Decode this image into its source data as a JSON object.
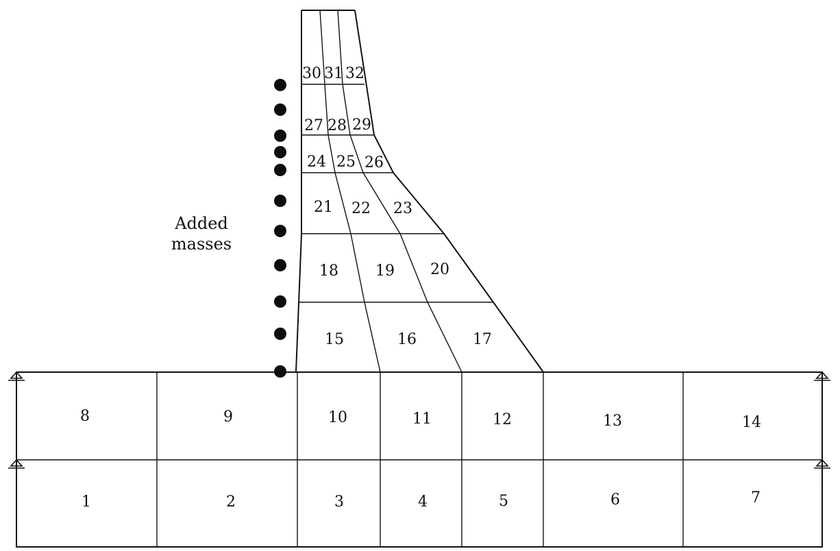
{
  "diagram": {
    "annotation": {
      "line1": "Added",
      "line2": "masses"
    },
    "element_labels": {
      "e1": "1",
      "e2": "2",
      "e3": "3",
      "e4": "4",
      "e5": "5",
      "e6": "6",
      "e7": "7",
      "e8": "8",
      "e9": "9",
      "e10": "10",
      "e11": "11",
      "e12": "12",
      "e13": "13",
      "e14": "14",
      "e15": "15",
      "e16": "16",
      "e17": "17",
      "e18": "18",
      "e19": "19",
      "e20": "20",
      "e21": "21",
      "e22": "22",
      "e23": "23",
      "e24": "24",
      "e25": "25",
      "e26": "26",
      "e27": "27",
      "e28": "28",
      "e29": "29",
      "e30": "30",
      "e31": "31",
      "e32": "32"
    },
    "added_mass_count": 11,
    "support_count": 4,
    "colors": {
      "line": "#111111",
      "background": "#ffffff"
    }
  }
}
